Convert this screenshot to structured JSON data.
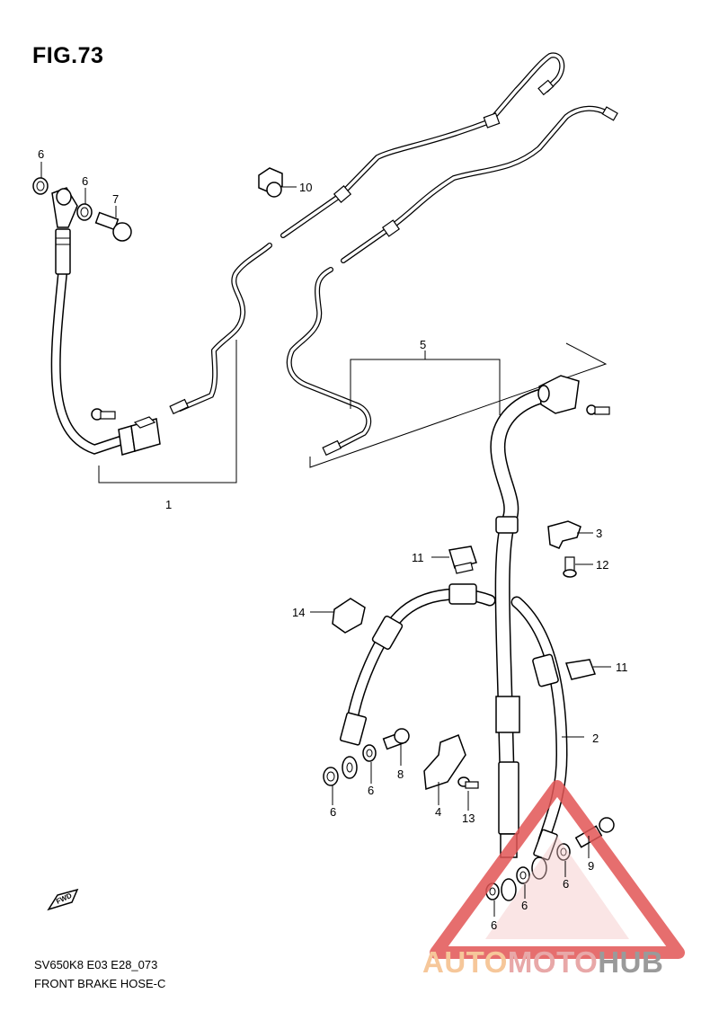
{
  "figure": {
    "title": "FIG.73",
    "code": "SV650K8 E03 E28_073",
    "name": "FRONT BRAKE HOSE-C"
  },
  "fwd_label": "FWD",
  "watermark": {
    "part1": "AUTO",
    "part2": "MOTO",
    "part3": "HUB",
    "colors": {
      "part1": "#f6c79a",
      "part2": "#e8a8a8",
      "part3": "#9a9a9a",
      "triangle": "#e25555"
    }
  },
  "callouts": {
    "c1": "1",
    "c2": "2",
    "c3": "3",
    "c4": "4",
    "c5": "5",
    "c6a": "6",
    "c6b": "6",
    "c6c": "6",
    "c6d": "6",
    "c6e": "6",
    "c6f": "6",
    "c6g": "6",
    "c7": "7",
    "c8": "8",
    "c9": "9",
    "c10": "10",
    "c11a": "11",
    "c11b": "11",
    "c12": "12",
    "c13": "13",
    "c14": "14"
  }
}
